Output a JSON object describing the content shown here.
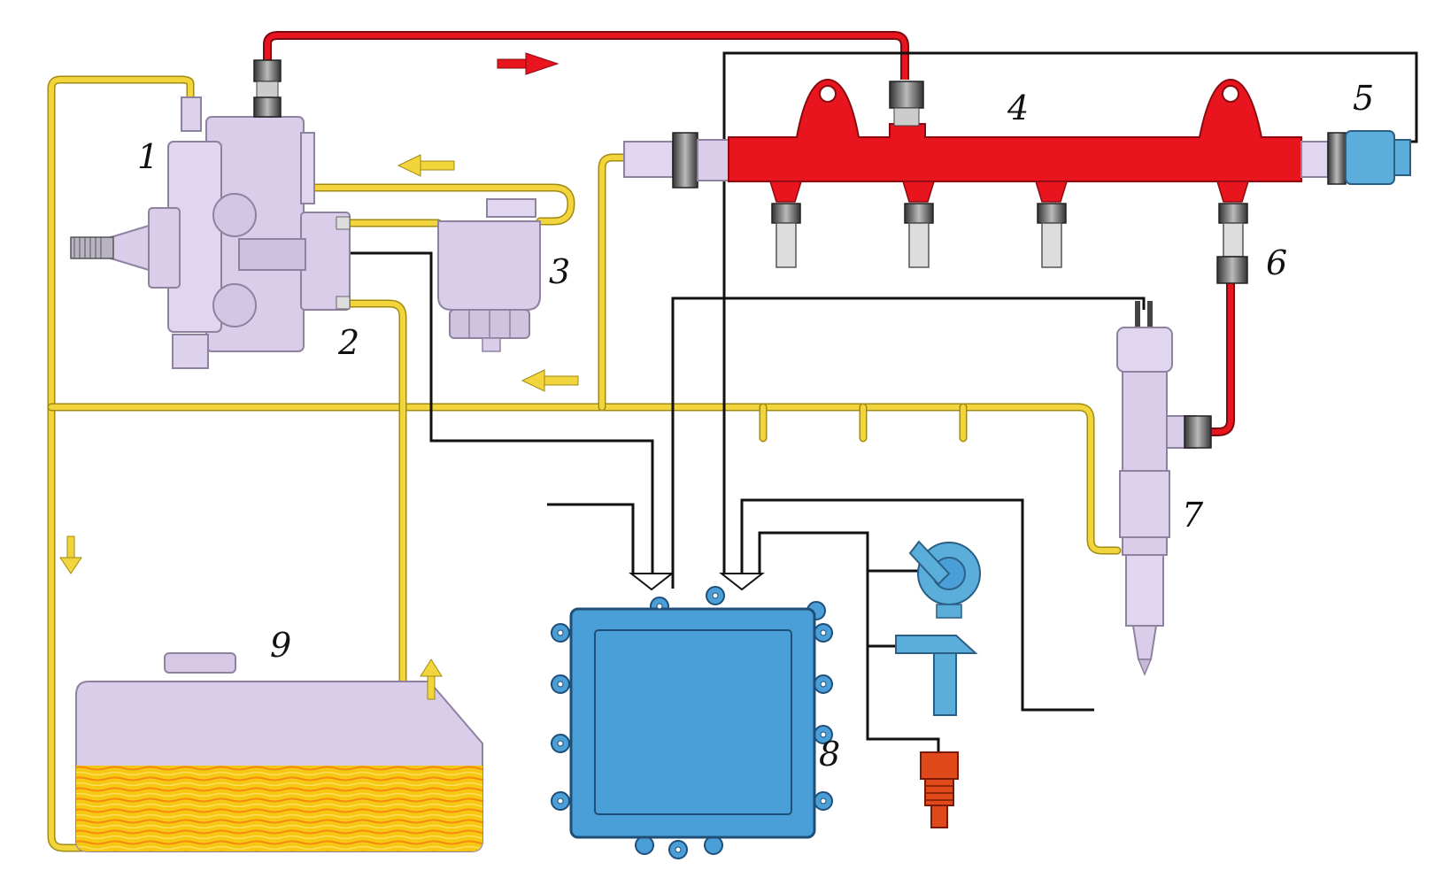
{
  "labels": {
    "pump": "1",
    "pressure_regulator": "2",
    "fuel_filter": "3",
    "rail": "4",
    "rail_pressure_sensor": "5",
    "high_pressure_line": "6",
    "injector": "7",
    "ecu": "8",
    "fuel_tank": "9"
  },
  "colors": {
    "high_pressure": "#e8141e",
    "low_pressure": "#f2d43c",
    "fuel": "#f4c20d",
    "electrical": "#111111",
    "component": "#d9cdea",
    "ecu": "#4b9fd8",
    "sensor": "#5aaed9",
    "temp_sensor": "#e04a1a"
  },
  "icons": {
    "flow_arrow_high": "arrow-right-icon",
    "flow_arrow_return": "arrow-left-icon",
    "flow_arrow_down": "arrow-down-icon",
    "flow_arrow_up": "arrow-up-icon"
  }
}
